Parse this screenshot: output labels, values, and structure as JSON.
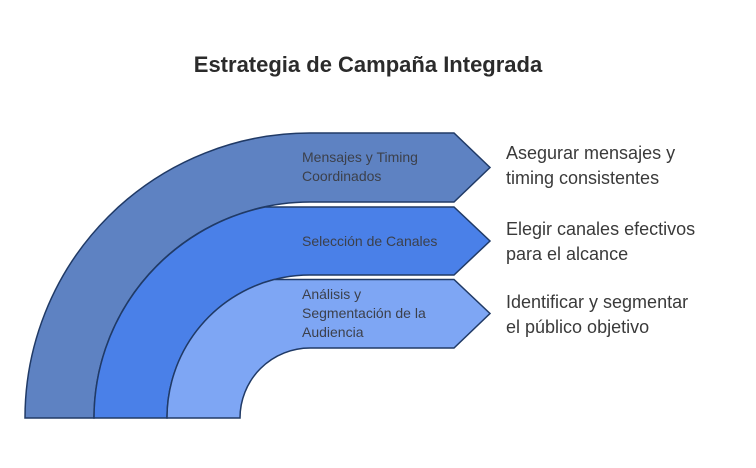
{
  "title": "Estrategia de Campaña Integrada",
  "colors": {
    "band1_fill": "#5E82C2",
    "band2_fill": "#4A80E8",
    "band3_fill": "#7EA6F4",
    "outline": "#203A66",
    "title_text": "#2B2B2B",
    "band_label_text": "#3C404B",
    "description_text": "#3A3A3A",
    "background": "#FFFFFF"
  },
  "bands": [
    {
      "label_lines": [
        "Mensajes y Timing",
        "Coordinados"
      ],
      "description_lines": [
        "Asegurar mensajes y",
        "timing consistentes"
      ]
    },
    {
      "label_lines": [
        "Selección de Canales"
      ],
      "description_lines": [
        "Elegir canales efectivos",
        "para el alcance"
      ]
    },
    {
      "label_lines": [
        "Análisis y",
        "Segmentación de la",
        "Audiencia"
      ],
      "description_lines": [
        "Identificar y segmentar",
        "el público objetivo"
      ]
    }
  ]
}
